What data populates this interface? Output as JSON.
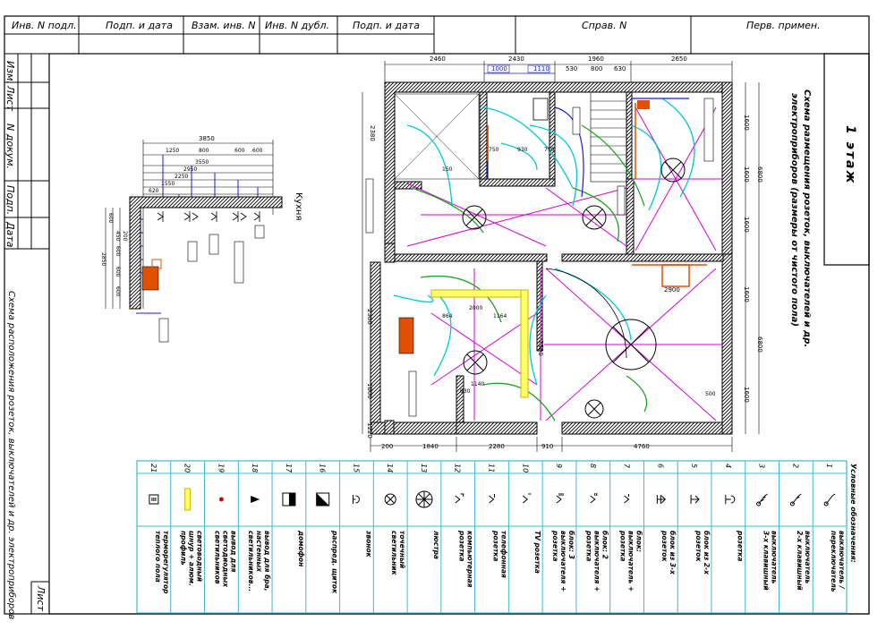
{
  "title_block": {
    "top_cells": [
      "Инв. N подл.",
      "Подп. и дата",
      "Взам. инв. N",
      "Инв. N дубл.",
      "Подп. и дата"
    ],
    "sprav": "Справ. N",
    "perv": "Перв. примен.",
    "side_cells": [
      "Изм.",
      "Лист",
      "N докум.",
      "Подп.",
      "Дата"
    ],
    "side_caption": "Схема расположения розеток, выключателей и др. электроприборов",
    "list_label": "Лист"
  },
  "plan": {
    "floor_label": "1 этаж",
    "caption_line1": "Схема размещения розеток, выключателей и др.",
    "caption_line2": "электроприборов (размеры от чистого пола)",
    "kitchen_label": "Кухня",
    "top_dims": [
      "2460",
      "2430",
      "1960",
      "2650"
    ],
    "top_dims_inner": [
      "1000",
      "1110",
      "530",
      "800",
      "630"
    ],
    "bottom_dims": [
      "200",
      "1840",
      "2280",
      "910",
      "4760"
    ],
    "right_dims": [
      "1600",
      "6800",
      "1600",
      "1600",
      "1600",
      "6800",
      "1600"
    ],
    "left_dims": [
      "2380",
      "2380",
      "1800",
      "1220"
    ],
    "inner_dims": [
      "2000",
      "2500",
      "2900",
      "1140",
      "930",
      "864",
      "1164",
      "750",
      "930",
      "750",
      "164",
      "150",
      "500"
    ],
    "kitchen_dims": [
      "3850",
      "1250",
      "800",
      "600",
      "600",
      "3550",
      "2950",
      "2250",
      "1550",
      "620"
    ],
    "kitchen_vdims": [
      "600",
      "450",
      "200",
      "600",
      "600",
      "600",
      "2850"
    ]
  },
  "legend": {
    "title": "Условные обозначения:",
    "numbers": [
      "1",
      "2",
      "3",
      "4",
      "5",
      "6",
      "7",
      "8",
      "9",
      "10",
      "11",
      "12",
      "13",
      "14",
      "15",
      "16",
      "17",
      "18",
      "19",
      "20",
      "21"
    ],
    "texts": [
      "выключатель / переключатель",
      "выключатель 2-х клавишный",
      "выключатель 3-х клавишный",
      "розетка",
      "блок из 2-х розеток",
      "блок из 3-х розеток",
      "блок: выключатель + розетка",
      "блок: 2 выключателя + розетка",
      "блок: 3 выключателя + розетка",
      "TV розетка",
      "телефонная розетка",
      "компьютерная розетка",
      "люстра",
      "точечный светильник",
      "звонок",
      "распред. щиток",
      "домофон",
      "вывод для бра, настенных светильников...",
      "вывод для светодиодных светильников",
      "световодный шнур + алюм. профиль",
      "терморегулятор теплого пола"
    ],
    "icons": [
      "switch-icon",
      "switch-2-icon",
      "switch-3-icon",
      "socket-icon",
      "socket-2-icon",
      "socket-3-icon",
      "switch-socket-icon",
      "switch2-socket-icon",
      "switch3-socket-icon",
      "tv-socket-icon",
      "phone-socket-icon",
      "pc-socket-icon",
      "chandelier-icon",
      "spotlight-icon",
      "doorbell-icon",
      "distribution-board-icon",
      "intercom-icon",
      "sconce-outlet-icon",
      "led-outlet-icon",
      "led-strip-icon",
      "thermostat-icon"
    ]
  },
  "colors": {
    "wall_hatch": "#000000",
    "magenta": "#d400d4",
    "cyan": "#00c8d4",
    "green": "#1fa51f",
    "yellow": "#e8e000",
    "blue": "#1a1ad6",
    "orange": "#e05000",
    "legend_blue": "#3cb8d8"
  }
}
